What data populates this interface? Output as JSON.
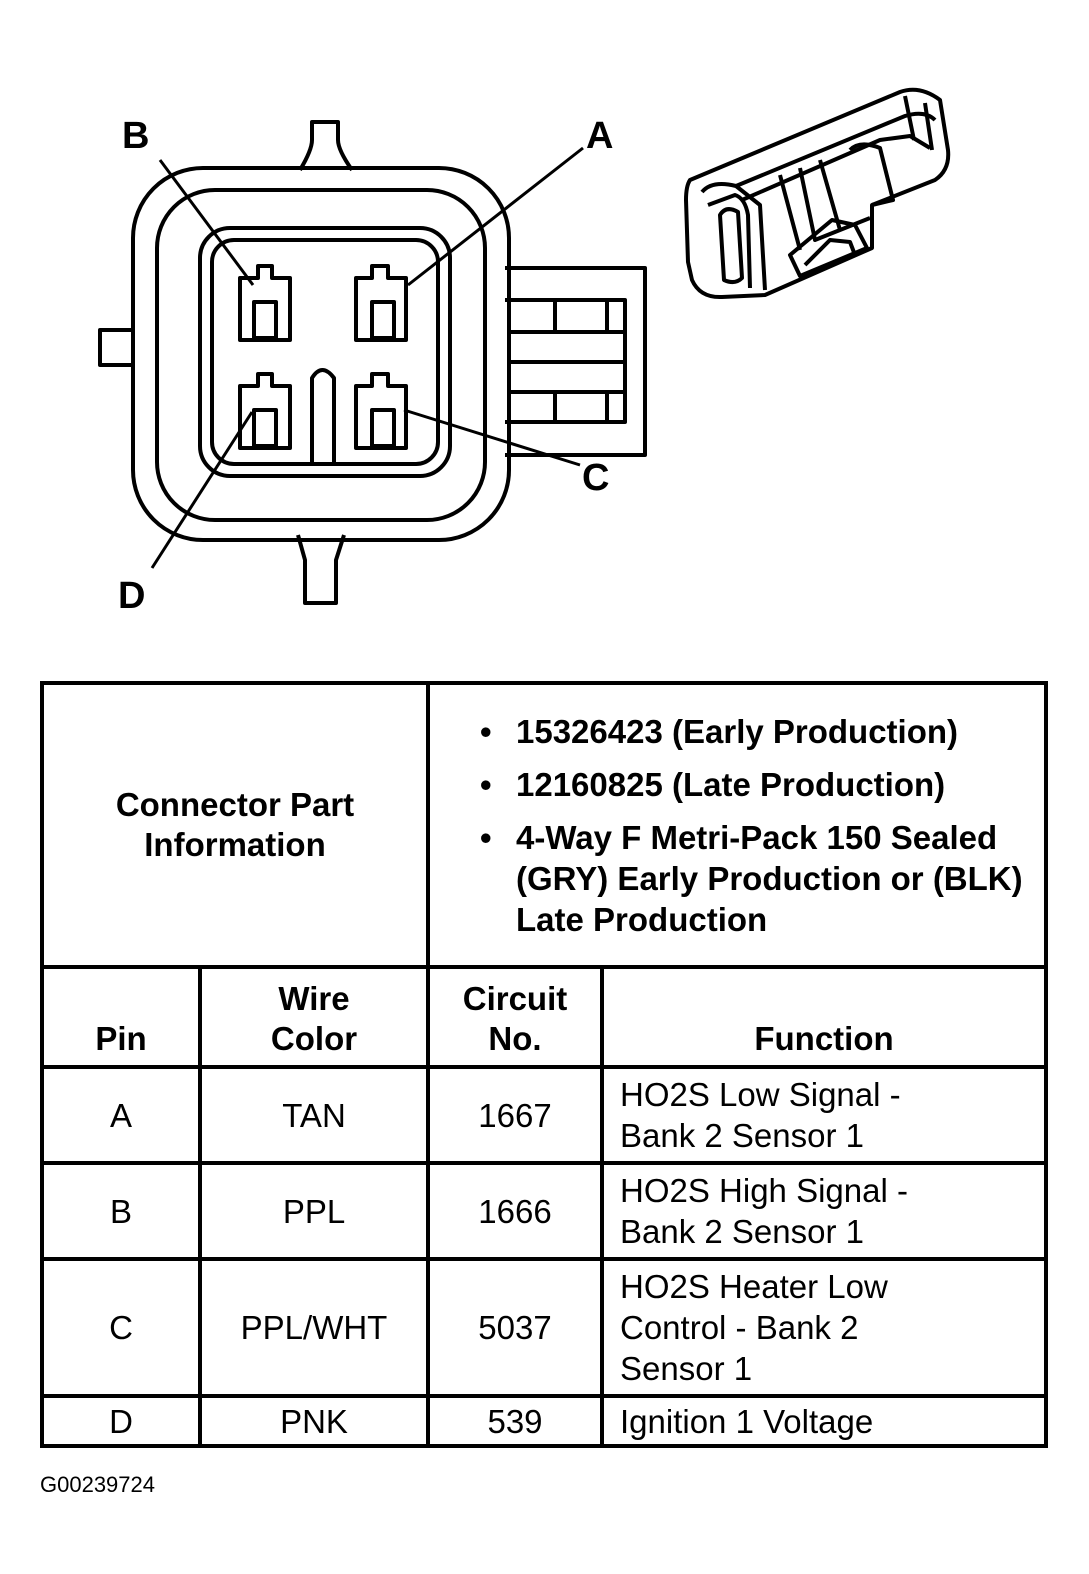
{
  "diagram": {
    "pins": {
      "a": "A",
      "b": "B",
      "c": "C",
      "d": "D"
    }
  },
  "connector_info": {
    "label_line1": "Connector Part",
    "label_line2": "Information",
    "items": [
      "15326423 (Early Production)",
      "12160825 (Late Production)",
      "4-Way F Metri-Pack 150 Sealed (GRY) Early Production or (BLK) Late Production"
    ]
  },
  "table": {
    "headers": {
      "pin": "Pin",
      "wire_line1": "Wire",
      "wire_line2": "Color",
      "circuit_line1": "Circuit",
      "circuit_line2": "No.",
      "function": "Function"
    },
    "rows": [
      {
        "pin": "A",
        "color": "TAN",
        "circuit": "1667",
        "func_line1": "HO2S Low Signal -",
        "func_line2": "Bank 2 Sensor 1",
        "func_line3": ""
      },
      {
        "pin": "B",
        "color": "PPL",
        "circuit": "1666",
        "func_line1": "HO2S High Signal -",
        "func_line2": "Bank 2 Sensor 1",
        "func_line3": ""
      },
      {
        "pin": "C",
        "color": "PPL/WHT",
        "circuit": "5037",
        "func_line1": "HO2S Heater Low",
        "func_line2": "Control - Bank 2",
        "func_line3": "Sensor 1"
      },
      {
        "pin": "D",
        "color": "PNK",
        "circuit": "539",
        "func_line1": "Ignition 1 Voltage",
        "func_line2": "",
        "func_line3": ""
      }
    ]
  },
  "figure_id": "G00239724"
}
